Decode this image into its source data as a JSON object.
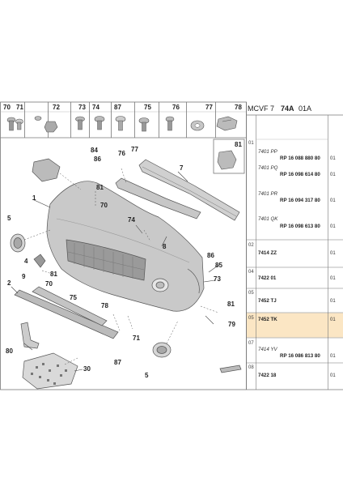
{
  "header": {
    "catalog_prefix": "MCVF 7",
    "group": "74A",
    "sheet": "01A"
  },
  "fastener_row": [
    {
      "id": "70"
    },
    {
      "id": "71"
    },
    {
      "id": "72"
    },
    {
      "id": "73"
    },
    {
      "id": "74"
    },
    {
      "id": "87"
    },
    {
      "id": "75"
    },
    {
      "id": "76"
    },
    {
      "id": "77"
    },
    {
      "id": "78"
    }
  ],
  "inset": {
    "id": "81"
  },
  "callouts": [
    "84",
    "86",
    "76",
    "77",
    "7",
    "1",
    "81",
    "70",
    "5",
    "74",
    "8",
    "4",
    "2",
    "9",
    "81",
    "70",
    "75",
    "78",
    "86",
    "85",
    "73",
    "81",
    "79",
    "71",
    "5",
    "80",
    "87",
    "30"
  ],
  "references": [
    {
      "index": "01",
      "lines": [
        {
          "code": "7401 PP",
          "part": "RP 16 088 880 80",
          "qty": "01"
        },
        {
          "code": "7401 PQ",
          "part": "RP 16 098 614 80",
          "qty": "01"
        },
        {
          "code": "7401 PR",
          "part": "RP 16 094 317 80",
          "qty": "01"
        },
        {
          "code": "7401 QK",
          "part": "RP 16 098 613 80",
          "qty": "01"
        }
      ]
    },
    {
      "index": "02",
      "lines": [
        {
          "code": "7414 ZZ",
          "part": "",
          "qty": "01"
        }
      ]
    },
    {
      "index": "04",
      "lines": [
        {
          "code": "7422 01",
          "part": "",
          "qty": "01"
        }
      ]
    },
    {
      "index": "05",
      "lines": [
        {
          "code": "7452 TJ",
          "part": "",
          "qty": "01"
        }
      ]
    },
    {
      "index": "05",
      "lines": [
        {
          "code": "7452 TK",
          "part": "",
          "qty": "01"
        }
      ],
      "highlight": true
    },
    {
      "index": "07",
      "lines": [
        {
          "code": "7414 YV",
          "part": "RP 16 086 813 80",
          "qty": "01"
        }
      ]
    },
    {
      "index": "08",
      "lines": [
        {
          "code": "7422 18",
          "part": "",
          "qty": "01"
        }
      ]
    }
  ],
  "colors": {
    "highlight": "#fbe6c4",
    "line": "#8a8a8a",
    "part_fill": "#c9c9c9",
    "part_dark": "#8e8e8e"
  }
}
